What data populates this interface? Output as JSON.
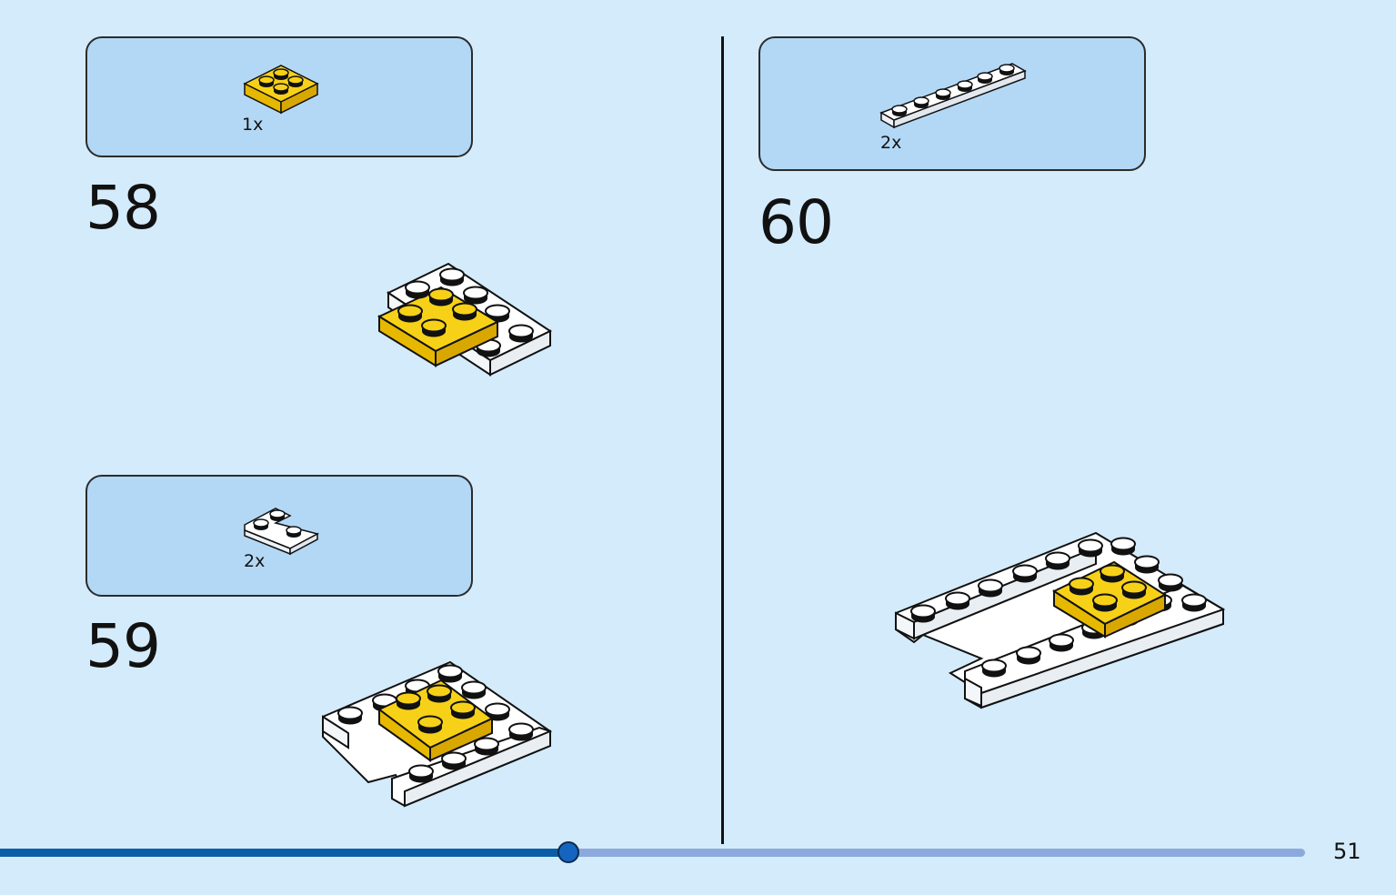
{
  "steps": [
    {
      "number": "58",
      "parts_count": "1x",
      "part_icon": "yellow-plate-2x2-icon"
    },
    {
      "number": "59",
      "parts_count": "2x",
      "part_icon": "white-corner-plate-icon"
    },
    {
      "number": "60",
      "parts_count": "2x",
      "part_icon": "white-plate-1x6-icon"
    }
  ],
  "footer": {
    "page_number": "51",
    "progress_percent": 43.5
  },
  "colors": {
    "background": "#d4ebfb",
    "parts_box": "#b3d8f5",
    "brick_yellow": "#f7d117",
    "brick_white": "#ffffff",
    "progress_fill": "#0a5ea8",
    "progress_track": "#8ba9dc"
  }
}
